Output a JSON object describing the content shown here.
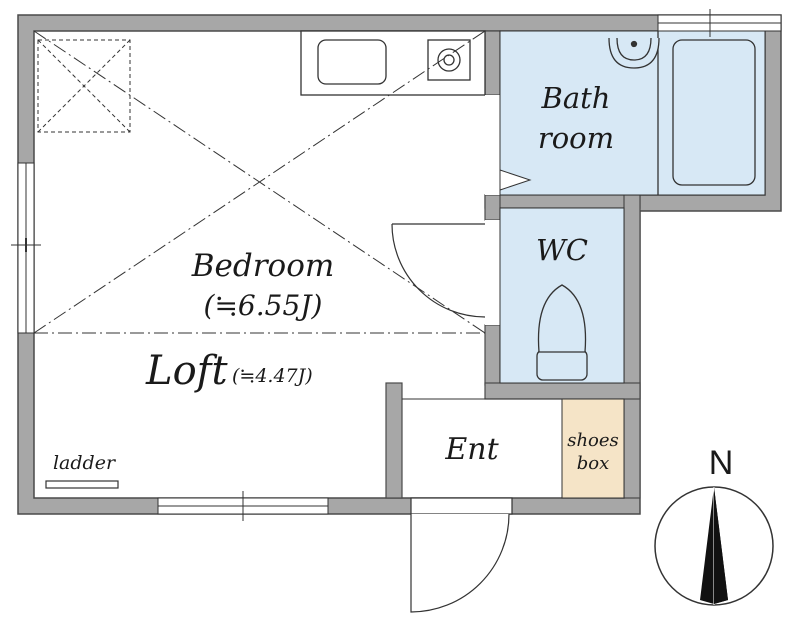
{
  "rooms": {
    "bedroom": {
      "name": "Bedroom",
      "size": "(≒6.55J)"
    },
    "loft": {
      "name": "Loft",
      "size": "(≒4.47J)"
    },
    "bath": {
      "line1": "Bath",
      "line2": "room"
    },
    "wc": {
      "name": "WC"
    },
    "entrance": {
      "name": "Ent"
    },
    "shoes_box": {
      "line1": "shoes",
      "line2": "box"
    },
    "ladder": {
      "name": "ladder"
    }
  },
  "compass": {
    "north": "N"
  },
  "colors": {
    "wall": "#a7a7a7",
    "wall_outline": "#4a4a4a",
    "wet_area": "#d7e8f5",
    "shoes_box": "#f5e4c7",
    "line": "#333333"
  }
}
